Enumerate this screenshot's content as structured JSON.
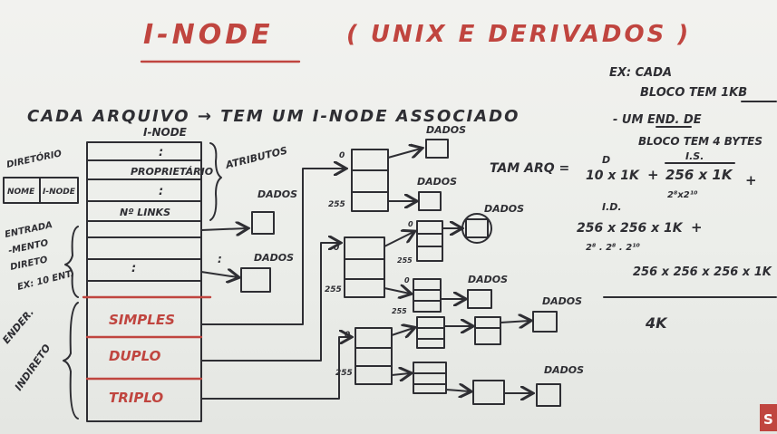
{
  "title": "I-NODE",
  "subtitle": "( UNIX E DERIVADOS )",
  "headline": "CADA ARQUIVO → TEM UM I-NODE ASSOCIADO",
  "inode": {
    "label": "I-NODE",
    "rows": [
      ":",
      "PROPRIETÁRIO",
      ":",
      "Nº LINKS"
    ],
    "dots": ":",
    "attributes_label": "ATRIBUTOS",
    "indirect_rows": [
      "SIMPLES",
      "DUPLO",
      "TRIPLO"
    ]
  },
  "directory": {
    "label": "DIRETÓRIO",
    "cells": [
      "NOME",
      "I-NODE"
    ]
  },
  "entries_note": [
    "ENTRADA",
    "-MENTO",
    "DIRETO",
    "EX: 10 ENT."
  ],
  "indirect_note": [
    "ENDER.",
    "INDIRETO"
  ],
  "block_labels": {
    "dados": "DADOS",
    "first": "0",
    "last": "255"
  },
  "example": {
    "lines": [
      "EX: CADA",
      "BLOCO TEM 1KB",
      "- UM END. DE",
      "BLOCO TEM 4 BYTES"
    ]
  },
  "formula": {
    "lhs": "TAM ARQ =",
    "d_label": "D",
    "term1": "10 x 1K",
    "plus": "+",
    "is_label": "I.S.",
    "term2": "256 x 1K",
    "term2_sub": "2⁸x2¹⁰",
    "id_label": "I.D.",
    "term3": "256 x 256 x 1K",
    "term3_sub": "2⁸ . 2⁸ . 2¹⁰",
    "term4": "256 x 256 x 256 x 1K",
    "divisor": "4K"
  },
  "logo": "S"
}
